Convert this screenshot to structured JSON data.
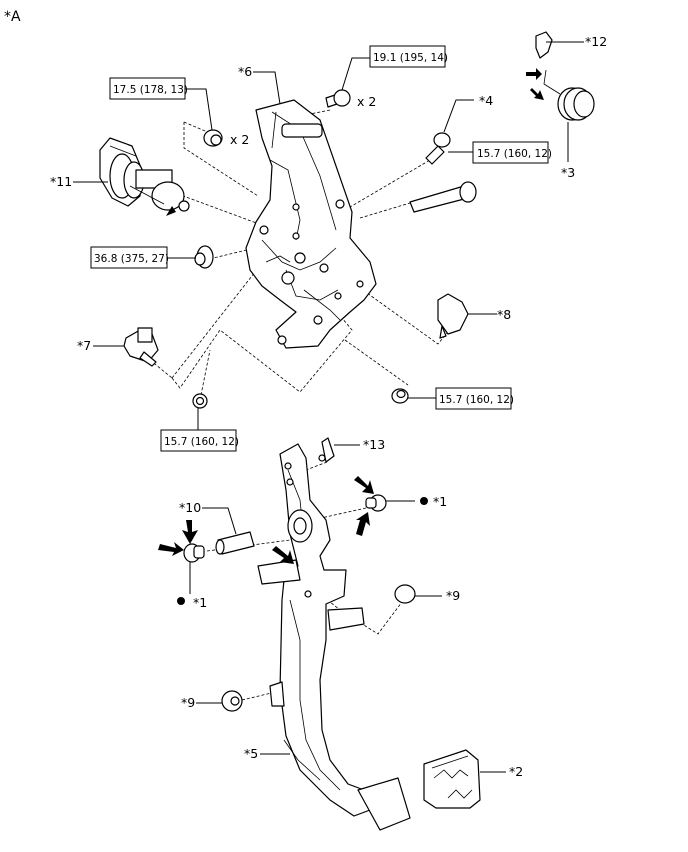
{
  "diagram": {
    "view_label": "*A",
    "callouts": {
      "c1a": "*1",
      "c1b": "*1",
      "c2": "*2",
      "c3": "*3",
      "c4": "*4",
      "c5": "*5",
      "c6": "*6",
      "c7": "*7",
      "c8": "*8",
      "c9a": "*9",
      "c9b": "*9",
      "c10": "*10",
      "c11": "*11",
      "c12": "*12",
      "c13": "*13"
    },
    "quantities": {
      "nut_qty": "x 2",
      "bolt_qty": "x 2"
    },
    "torques": {
      "t_top_left": "17.5 (178, 13)",
      "t_top_mid": "19.1 (195, 14)",
      "t_right": "15.7 (160, 12)",
      "t_left_mid": "36.8 (375, 27)",
      "t_lower_right": "15.7 (160, 12)",
      "t_lower_left": "15.7 (160, 12)"
    }
  }
}
